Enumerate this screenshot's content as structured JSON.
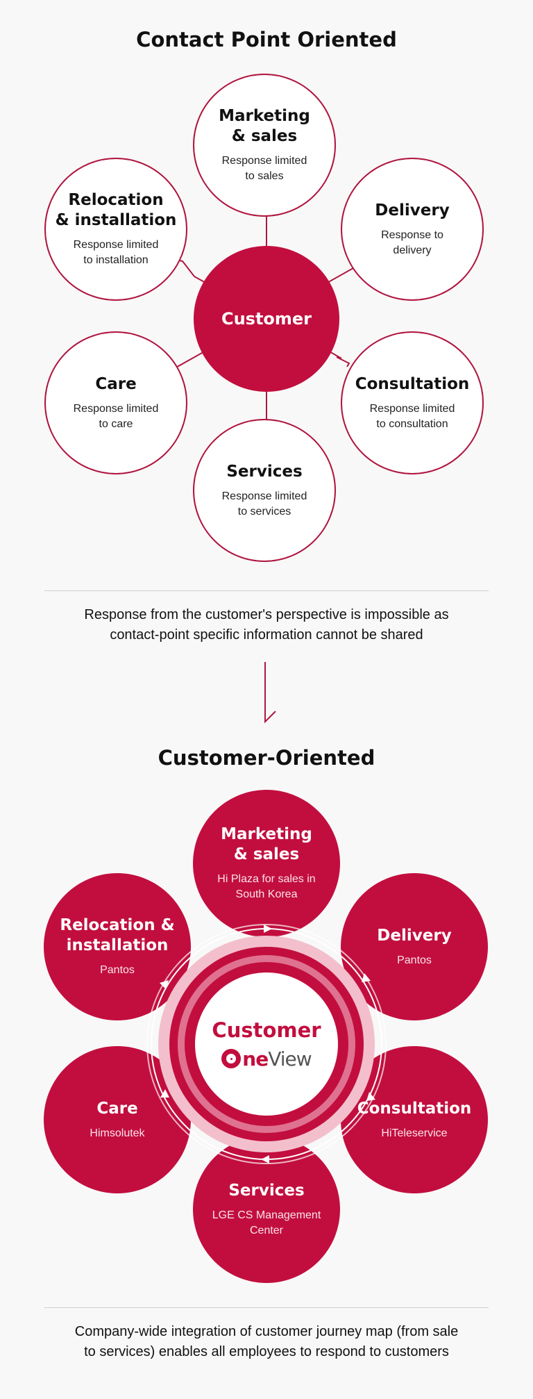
{
  "top": {
    "title": "Contact Point Oriented",
    "center": "Customer",
    "nodes": [
      {
        "title": "Marketing\n& sales",
        "desc": "Response limited\nto sales"
      },
      {
        "title": "Delivery",
        "desc": "Response to\ndelivery"
      },
      {
        "title": "Consultation",
        "desc": "Response limited\nto consultation"
      },
      {
        "title": "Services",
        "desc": "Response limited\nto services"
      },
      {
        "title": "Care",
        "desc": "Response limited\nto care"
      },
      {
        "title": "Relocation\n& installation",
        "desc": "Response limited\nto installation"
      }
    ],
    "caption": "Response from the customer's perspective is impossible as\ncontact-point specific information cannot be shared"
  },
  "bottom": {
    "title": "Customer-Oriented",
    "center": "Customer",
    "brand": {
      "o": "O",
      "ne": "ne",
      "view": "View"
    },
    "nodes": [
      {
        "title": "Marketing\n& sales",
        "desc": "Hi Plaza for sales in\nSouth Korea"
      },
      {
        "title": "Delivery",
        "desc": "Pantos"
      },
      {
        "title": "Consultation",
        "desc": "HiTeleservice"
      },
      {
        "title": "Services",
        "desc": "LGE CS Management\nCenter"
      },
      {
        "title": "Care",
        "desc": "Himsolutek"
      },
      {
        "title": "Relocation &\ninstallation",
        "desc": "Pantos"
      }
    ],
    "caption": "Company-wide integration of customer journey map (from sale\nto services) enables all employees to respond to customers"
  },
  "colors": {
    "accent": "#c20e3e",
    "ring_light": "#f3bfcd",
    "ring_mid": "#df7290"
  }
}
